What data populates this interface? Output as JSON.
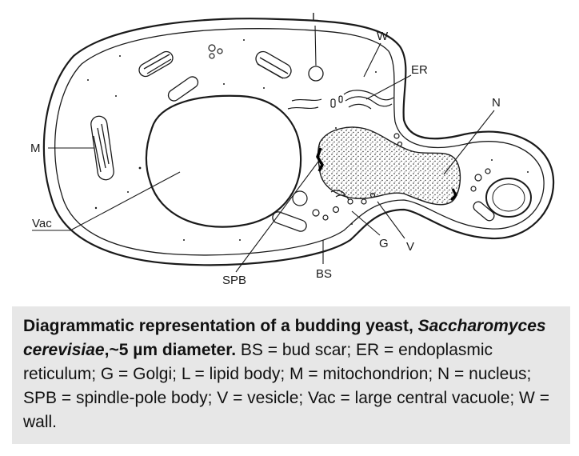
{
  "labels": {
    "L": "L",
    "W": "W",
    "ER": "ER",
    "N": "N",
    "M": "M",
    "Vac": "Vac",
    "SPB": "SPB",
    "BS": "BS",
    "G": "G",
    "V": "V"
  },
  "caption": {
    "title_part1": "Diagrammatic representation of a budding yeast,",
    "species": "Saccharomyces cerevisiae",
    "title_part2": ",~5 µm diameter.",
    "body": " BS = bud scar; ER = endoplasmic reticulum; G = Golgi; L = lipid body; M = mitochondrion; N = nucleus; SPB = spindle-pole body; V = vesicle; Vac = large central vacuole; W = wall."
  },
  "colors": {
    "outline": "#1a1a1a",
    "caption_bg": "#e7e7e7"
  }
}
